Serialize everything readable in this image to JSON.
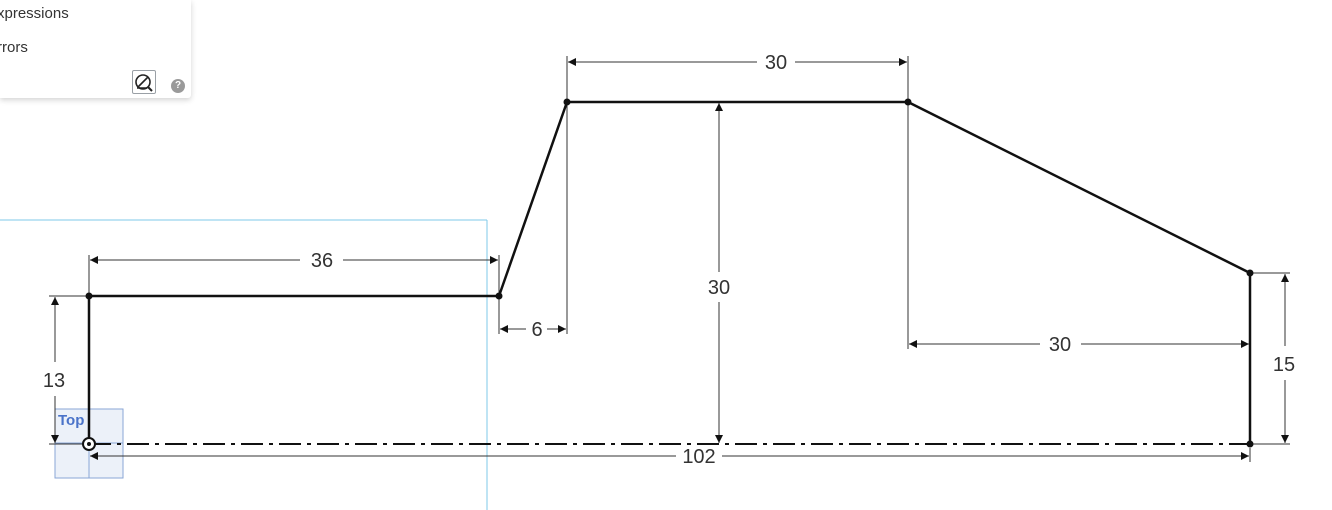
{
  "panel": {
    "items": [
      {
        "label": "xpressions"
      },
      {
        "label": "rrors"
      }
    ],
    "help_glyph": "?",
    "icons": [
      "sketch-inspect-icon",
      "help-icon"
    ]
  },
  "view_cube": {
    "label": "Top"
  },
  "dimensions": {
    "top_width": "30",
    "left_width": "36",
    "step": "6",
    "height_center": "30",
    "right_offset": "30",
    "left_height": "13",
    "right_height": "15",
    "total_width": "102"
  },
  "colors": {
    "sketch_line": "#111111",
    "dimension_line": "#333333",
    "plane_outline": "#7fc8e8",
    "view_cube": "#4a73c9"
  }
}
